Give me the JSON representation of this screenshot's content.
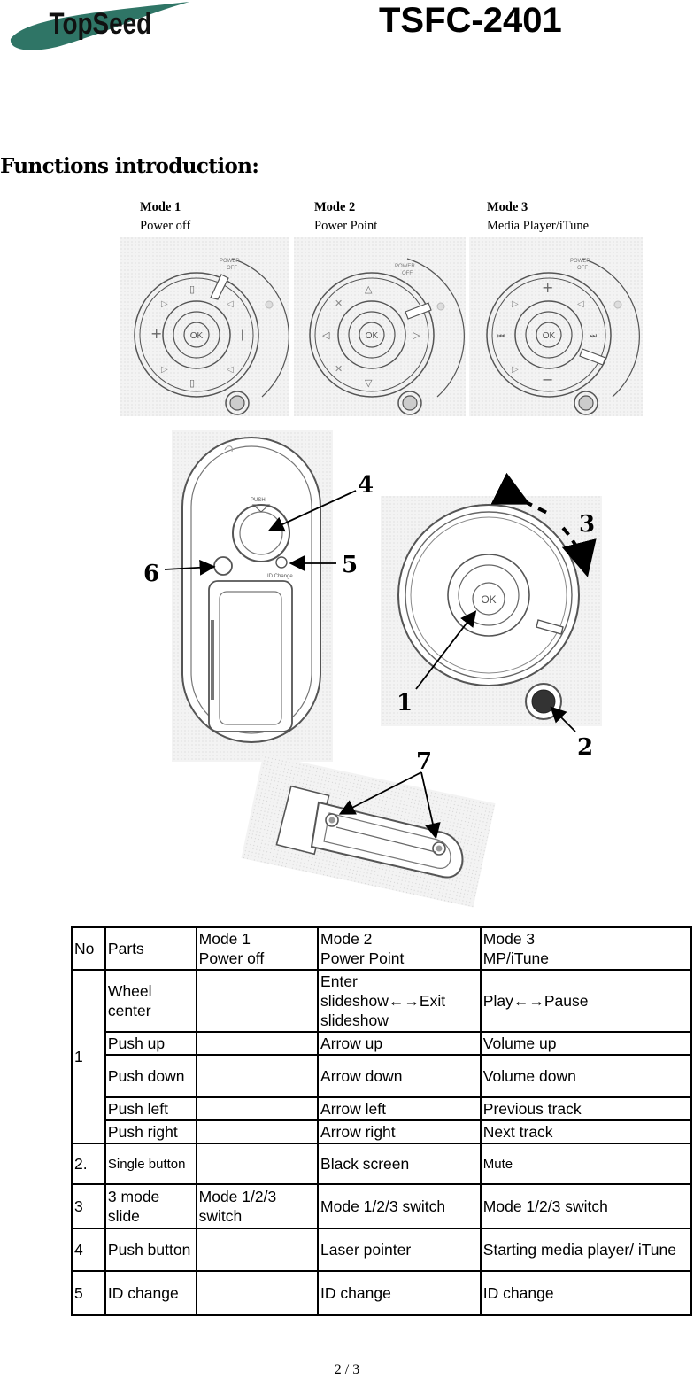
{
  "header": {
    "logo_text": "TopSeed",
    "model": "TSFC-2401"
  },
  "section_title": "Functions introduction:",
  "modes": [
    {
      "name": "Mode 1",
      "desc": "Power off"
    },
    {
      "name": "Mode 2",
      "desc": "Power Point"
    },
    {
      "name": "Mode 3",
      "desc": "Media Player/iTune"
    }
  ],
  "callouts": [
    "1",
    "2",
    "3",
    "4",
    "5",
    "6",
    "7"
  ],
  "device_labels": {
    "ok": "OK",
    "push": "PUSH",
    "id_change": "ID Change",
    "power": "POWER",
    "off": "OFF"
  },
  "table": {
    "headers": {
      "no": "No",
      "parts": "Parts",
      "m1a": "Mode 1",
      "m1b": "Power off",
      "m2a": "Mode 2",
      "m2b": "Power Point",
      "m3a": "Mode 3",
      "m3b": "MP/iTune"
    },
    "r1": {
      "no": "1",
      "parts": "Wheel center",
      "m1": "",
      "m2": "Enter slideshow←→Exit slideshow",
      "m3": "Play←→Pause"
    },
    "r2": {
      "parts": "Push up",
      "m1": "",
      "m2": "Arrow up",
      "m3": "Volume up"
    },
    "r3": {
      "parts": "Push down",
      "m1": "",
      "m2": "Arrow down",
      "m3": "Volume down"
    },
    "r4": {
      "parts": "Push left",
      "m1": "",
      "m2": "Arrow left",
      "m3": "Previous track"
    },
    "r5": {
      "parts": "Push right",
      "m1": "",
      "m2": "Arrow right",
      "m3": "Next track"
    },
    "r6": {
      "no": "2.",
      "parts": "Single button",
      "m1": "",
      "m2": "Black screen",
      "m3": "Mute"
    },
    "r7": {
      "no": "3",
      "parts": "3 mode slide",
      "m1": "Mode 1/2/3 switch",
      "m2": "Mode 1/2/3 switch",
      "m3": "Mode 1/2/3 switch"
    },
    "r8": {
      "no": "4",
      "parts": "Push button",
      "m1": "",
      "m2": "Laser pointer",
      "m3": "Starting media player/ iTune"
    },
    "r9": {
      "no": "5",
      "parts": "ID change",
      "m1": "",
      "m2": "ID change",
      "m3": "ID change"
    }
  },
  "page_number": "2 / 3"
}
